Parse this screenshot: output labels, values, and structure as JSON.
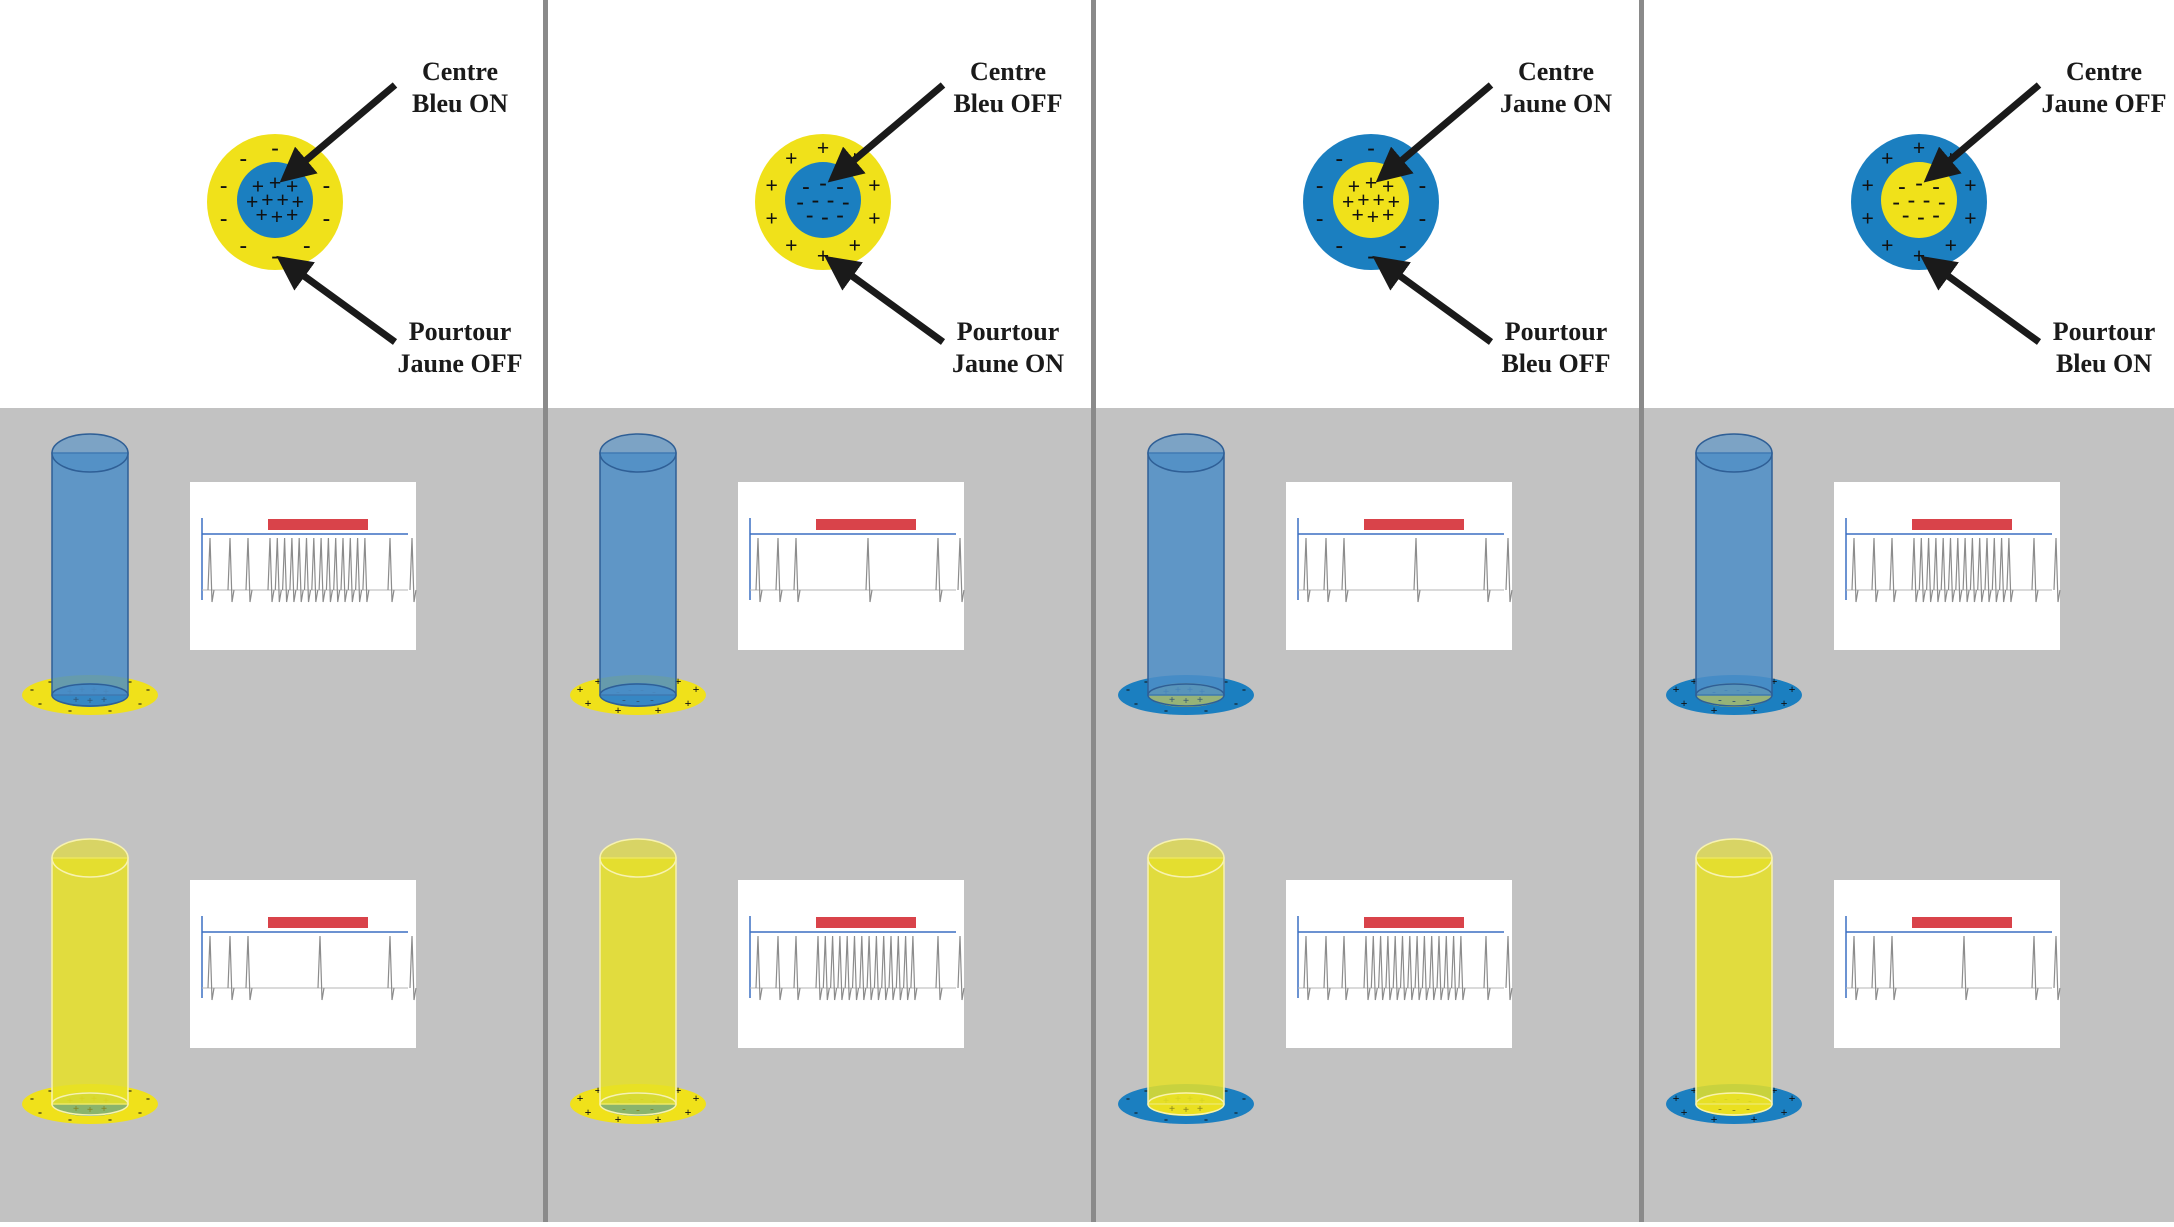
{
  "colors": {
    "blue": "#1b7fc0",
    "blue_cylinder": "#4d8ec7",
    "yellow": "#f0e11a",
    "yellow_cylinder": "#e6e027",
    "stimulus_bar": "#d9434a",
    "axis": "#3b6fc2",
    "spike": "#8c8c8c",
    "background_bottom": "#c2c2c2"
  },
  "symbols": {
    "plus": "+",
    "minus": "-"
  },
  "panels": [
    {
      "center_label": [
        "Centre",
        "Bleu ON"
      ],
      "surround_label": [
        "Pourtour",
        "Jaune OFF"
      ],
      "center_color": "blue",
      "surround_color": "yellow",
      "center_sign": "plus",
      "surround_sign": "minus",
      "blue_response": "high",
      "yellow_response": "low"
    },
    {
      "center_label": [
        "Centre",
        "Bleu OFF"
      ],
      "surround_label": [
        "Pourtour",
        "Jaune ON"
      ],
      "center_color": "blue",
      "surround_color": "yellow",
      "center_sign": "minus",
      "surround_sign": "plus",
      "blue_response": "low",
      "yellow_response": "high"
    },
    {
      "center_label": [
        "Centre",
        "Jaune ON"
      ],
      "surround_label": [
        "Pourtour",
        "Bleu OFF"
      ],
      "center_color": "yellow",
      "surround_color": "blue",
      "center_sign": "plus",
      "surround_sign": "minus",
      "blue_response": "low",
      "yellow_response": "high"
    },
    {
      "center_label": [
        "Centre",
        "Jaune OFF"
      ],
      "surround_label": [
        "Pourtour",
        "Bleu ON"
      ],
      "center_color": "yellow",
      "surround_color": "blue",
      "center_sign": "minus",
      "surround_sign": "plus",
      "blue_response": "high",
      "yellow_response": "low"
    }
  ]
}
